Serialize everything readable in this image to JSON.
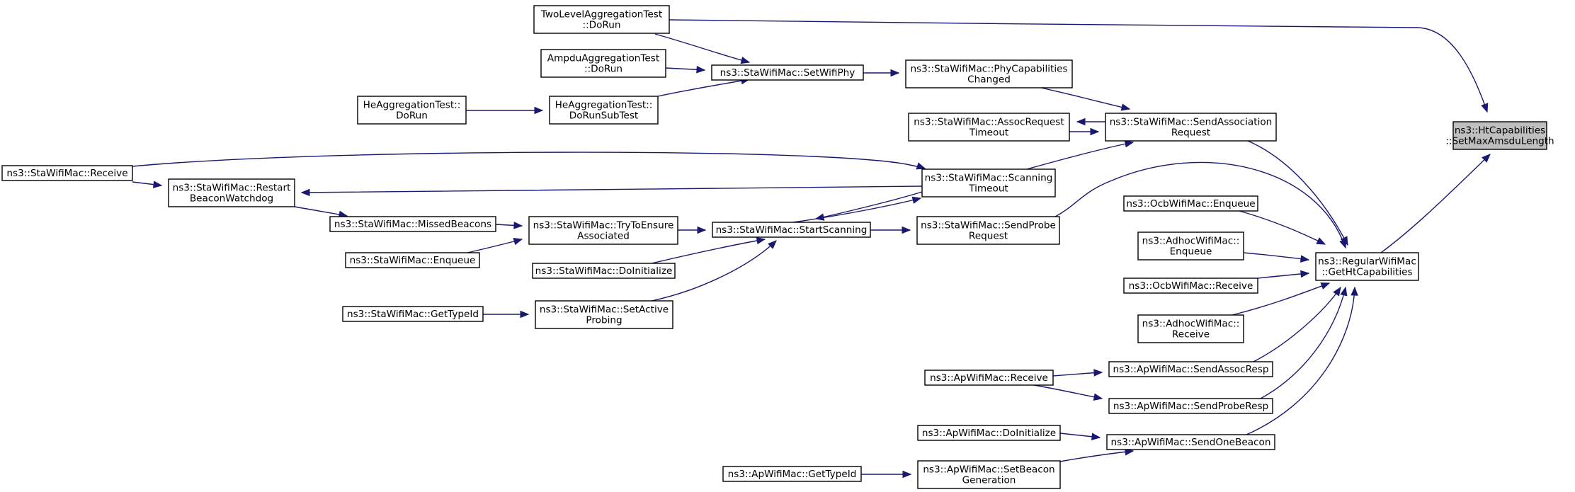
{
  "diagram": {
    "title": "",
    "edge_color": "#191970",
    "nodes": [
      {
        "id": "root",
        "lines": [
          "ns3::HtCapabilities",
          "::SetMaxAmsduLength"
        ],
        "root": true
      },
      {
        "id": "regularGetHt",
        "lines": [
          "ns3::RegularWifiMac",
          "::GetHtCapabilities"
        ]
      },
      {
        "id": "twoLevel",
        "lines": [
          "TwoLevelAggregationTest",
          "::DoRun"
        ]
      },
      {
        "id": "ampdu",
        "lines": [
          "AmpduAggregationTest",
          "::DoRun"
        ]
      },
      {
        "id": "heDoRun",
        "lines": [
          "HeAggregationTest::",
          "DoRun"
        ]
      },
      {
        "id": "heSubTest",
        "lines": [
          "HeAggregationTest::",
          "DoRunSubTest"
        ]
      },
      {
        "id": "setWifiPhy",
        "lines": [
          "ns3::StaWifiMac::SetWifiPhy"
        ]
      },
      {
        "id": "phyCap",
        "lines": [
          "ns3::StaWifiMac::PhyCapabilities",
          "Changed"
        ]
      },
      {
        "id": "assocTimeout",
        "lines": [
          "ns3::StaWifiMac::AssocRequest",
          "Timeout"
        ]
      },
      {
        "id": "sendAssoc",
        "lines": [
          "ns3::StaWifiMac::SendAssociation",
          "Request"
        ]
      },
      {
        "id": "staReceive",
        "lines": [
          "ns3::StaWifiMac::Receive"
        ]
      },
      {
        "id": "restartBeacon",
        "lines": [
          "ns3::StaWifiMac::Restart",
          "BeaconWatchdog"
        ]
      },
      {
        "id": "scanTimeout",
        "lines": [
          "ns3::StaWifiMac::Scanning",
          "Timeout"
        ]
      },
      {
        "id": "missedBeacons",
        "lines": [
          "ns3::StaWifiMac::MissedBeacons"
        ]
      },
      {
        "id": "tryEnsure",
        "lines": [
          "ns3::StaWifiMac::TryToEnsure",
          "Associated"
        ]
      },
      {
        "id": "startScanning",
        "lines": [
          "ns3::StaWifiMac::StartScanning"
        ]
      },
      {
        "id": "sendProbeReq",
        "lines": [
          "ns3::StaWifiMac::SendProbe",
          "Request"
        ]
      },
      {
        "id": "staEnqueue",
        "lines": [
          "ns3::StaWifiMac::Enqueue"
        ]
      },
      {
        "id": "staDoInit",
        "lines": [
          "ns3::StaWifiMac::DoInitialize"
        ]
      },
      {
        "id": "staGetTypeId",
        "lines": [
          "ns3::StaWifiMac::GetTypeId"
        ]
      },
      {
        "id": "setActiveProbing",
        "lines": [
          "ns3::StaWifiMac::SetActive",
          "Probing"
        ]
      },
      {
        "id": "ocbEnqueue",
        "lines": [
          "ns3::OcbWifiMac::Enqueue"
        ]
      },
      {
        "id": "adhocEnqueue",
        "lines": [
          "ns3::AdhocWifiMac::",
          "Enqueue"
        ]
      },
      {
        "id": "ocbReceive",
        "lines": [
          "ns3::OcbWifiMac::Receive"
        ]
      },
      {
        "id": "adhocReceive",
        "lines": [
          "ns3::AdhocWifiMac::",
          "Receive"
        ]
      },
      {
        "id": "apReceive",
        "lines": [
          "ns3::ApWifiMac::Receive"
        ]
      },
      {
        "id": "sendAssocResp",
        "lines": [
          "ns3::ApWifiMac::SendAssocResp"
        ]
      },
      {
        "id": "sendProbeResp",
        "lines": [
          "ns3::ApWifiMac::SendProbeResp"
        ]
      },
      {
        "id": "apDoInit",
        "lines": [
          "ns3::ApWifiMac::DoInitialize"
        ]
      },
      {
        "id": "sendOneBeacon",
        "lines": [
          "ns3::ApWifiMac::SendOneBeacon"
        ]
      },
      {
        "id": "apGetTypeId",
        "lines": [
          "ns3::ApWifiMac::GetTypeId"
        ]
      },
      {
        "id": "setBeaconGen",
        "lines": [
          "ns3::ApWifiMac::SetBeacon",
          "Generation"
        ]
      }
    ],
    "edges": [
      {
        "from": "twoLevel",
        "to": "root"
      },
      {
        "from": "twoLevel",
        "to": "setWifiPhy"
      },
      {
        "from": "ampdu",
        "to": "setWifiPhy"
      },
      {
        "from": "heDoRun",
        "to": "heSubTest"
      },
      {
        "from": "heSubTest",
        "to": "setWifiPhy"
      },
      {
        "from": "setWifiPhy",
        "to": "phyCap"
      },
      {
        "from": "phyCap",
        "to": "sendAssoc"
      },
      {
        "from": "sendAssoc",
        "to": "assocTimeout"
      },
      {
        "from": "assocTimeout",
        "to": "sendAssoc"
      },
      {
        "from": "sendAssoc",
        "to": "regularGetHt"
      },
      {
        "from": "staReceive",
        "to": "restartBeacon"
      },
      {
        "from": "staReceive",
        "to": "scanTimeout"
      },
      {
        "from": "scanTimeout",
        "to": "sendAssoc"
      },
      {
        "from": "scanTimeout",
        "to": "restartBeacon"
      },
      {
        "from": "scanTimeout",
        "to": "startScanning"
      },
      {
        "from": "restartBeacon",
        "to": "missedBeacons"
      },
      {
        "from": "missedBeacons",
        "to": "tryEnsure"
      },
      {
        "from": "staEnqueue",
        "to": "tryEnsure"
      },
      {
        "from": "tryEnsure",
        "to": "startScanning"
      },
      {
        "from": "staDoInit",
        "to": "startScanning"
      },
      {
        "from": "setActiveProbing",
        "to": "startScanning"
      },
      {
        "from": "staGetTypeId",
        "to": "setActiveProbing"
      },
      {
        "from": "startScanning",
        "to": "scanTimeout"
      },
      {
        "from": "startScanning",
        "to": "sendProbeReq"
      },
      {
        "from": "sendProbeReq",
        "to": "regularGetHt"
      },
      {
        "from": "ocbEnqueue",
        "to": "regularGetHt"
      },
      {
        "from": "adhocEnqueue",
        "to": "regularGetHt"
      },
      {
        "from": "ocbReceive",
        "to": "regularGetHt"
      },
      {
        "from": "adhocReceive",
        "to": "regularGetHt"
      },
      {
        "from": "apReceive",
        "to": "sendAssocResp"
      },
      {
        "from": "apReceive",
        "to": "sendProbeResp"
      },
      {
        "from": "sendAssocResp",
        "to": "regularGetHt"
      },
      {
        "from": "sendProbeResp",
        "to": "regularGetHt"
      },
      {
        "from": "apDoInit",
        "to": "sendOneBeacon"
      },
      {
        "from": "sendOneBeacon",
        "to": "regularGetHt"
      },
      {
        "from": "apGetTypeId",
        "to": "setBeaconGen"
      },
      {
        "from": "setBeaconGen",
        "to": "sendOneBeacon"
      },
      {
        "from": "regularGetHt",
        "to": "root"
      }
    ]
  }
}
